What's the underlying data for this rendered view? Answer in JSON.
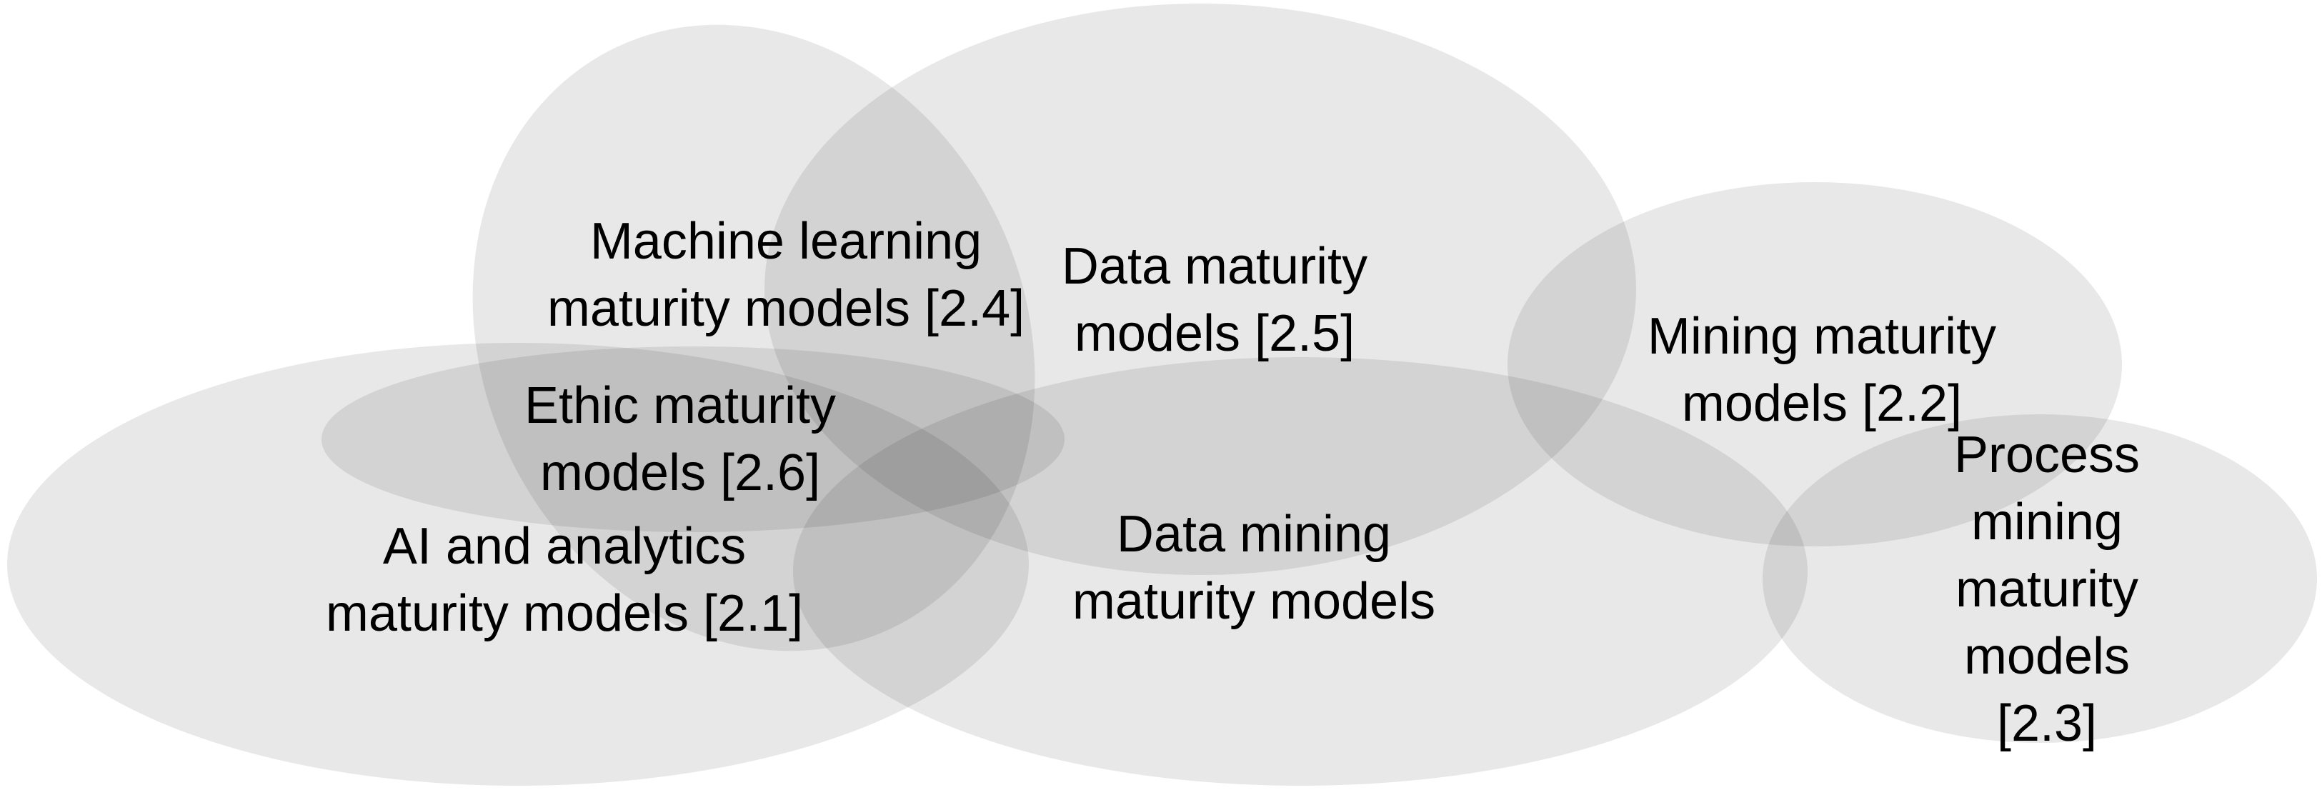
{
  "diagram": {
    "type": "euler-venn",
    "background_color": "#ffffff",
    "ellipse_wash_color": "#000000",
    "ellipse_wash_alpha": "0.09",
    "single_region_color": "#e8e8e8",
    "double_overlap_color": "#d3d3d3",
    "triple_overlap_color": "#bababa",
    "quad_overlap_color": "#a9a9a9",
    "label_color": "#000000",
    "sets": [
      {
        "id": "machine-learning",
        "label": "Machine learning\nmaturity models [2.4]"
      },
      {
        "id": "data-maturity",
        "label": "Data maturity\nmodels [2.5]"
      },
      {
        "id": "mining",
        "label": "Mining maturity\nmodels [2.2]"
      },
      {
        "id": "ethic",
        "label": "Ethic maturity\nmodels [2.6]"
      },
      {
        "id": "ai-analytics",
        "label": "AI and analytics\nmaturity models [2.1]"
      },
      {
        "id": "data-mining",
        "label": "Data mining\nmaturity models"
      },
      {
        "id": "process-mining",
        "label": "Process mining\nmaturity\nmodels [2.3]"
      }
    ]
  }
}
